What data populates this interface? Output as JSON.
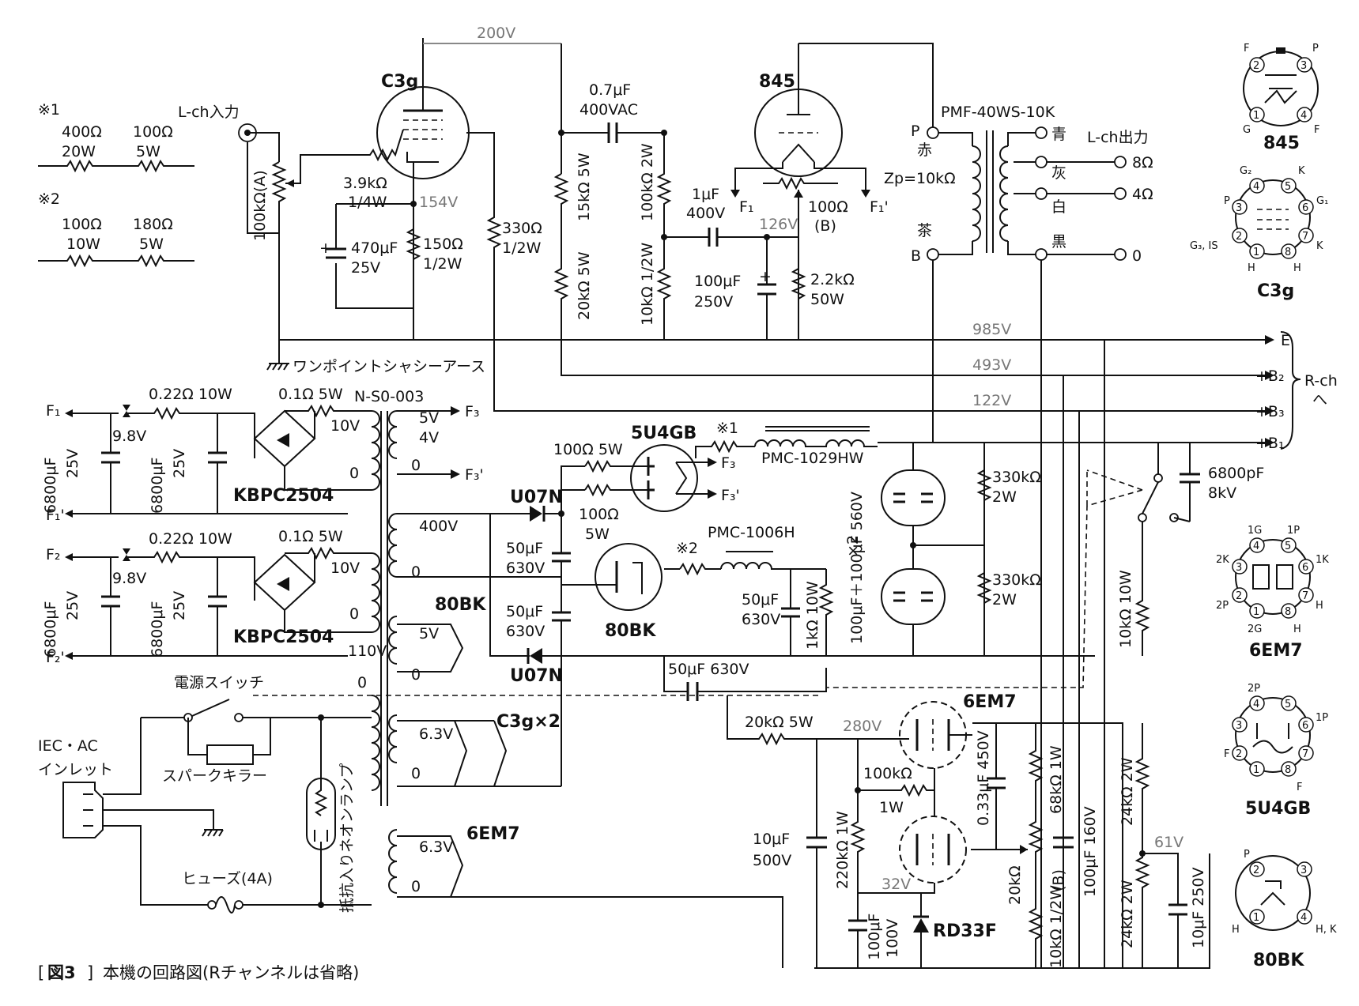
{
  "notes": {
    "n1": {
      "mark": "※1",
      "r1": "400Ω",
      "r1b": "20W",
      "r2": "100Ω",
      "r2b": "5W"
    },
    "n2": {
      "mark": "※2",
      "r1": "100Ω",
      "r1b": "10W",
      "r2": "180Ω",
      "r2b": "5W"
    }
  },
  "input": {
    "label": "L-ch入力",
    "vol": "100kΩ(A)"
  },
  "c3g": {
    "name": "C3g",
    "rgrid": "3.9kΩ",
    "rgrid_w": "1/4W",
    "v_k": "154V",
    "ck": "470μF",
    "ck_v": "25V",
    "rk": "150Ω",
    "rk_w": "1/2W",
    "rs": "330Ω",
    "rs_w": "1/2W"
  },
  "v200": "200V",
  "coupling": {
    "c": "0.7μF",
    "v": "400VAC"
  },
  "r15k": "15kΩ 5W",
  "r20k": "20kΩ 5W",
  "r100k": "100kΩ 2W",
  "r10k": "10kΩ 1/2W",
  "t845": {
    "name": "845",
    "c1": "1μF",
    "c1v": "400V",
    "f1": "F₁",
    "f1p": "F₁'",
    "hum": "100Ω",
    "hum_b": "(B)",
    "v126": "126V",
    "ck": "100μF",
    "ck_v": "250V",
    "rk": "2.2kΩ",
    "rk_w": "50W"
  },
  "opt": {
    "model": "PMF-40WS-10K",
    "p": "P",
    "red": "赤",
    "zp": "Zp=10kΩ",
    "brown": "茶",
    "b": "B",
    "blue": "青",
    "gray": "灰",
    "white": "白",
    "black": "黒",
    "out": "L-ch出力",
    "o8": "8Ω",
    "o4": "4Ω",
    "o0": "0"
  },
  "rails": {
    "v985": "985V",
    "v493": "493V",
    "v122": "122V",
    "e": "E",
    "b2": "+B₂",
    "b3": "+B₃",
    "b1": "+B₁",
    "rch": "R-ch",
    "he": "へ"
  },
  "ground": "ワンポイントシャシーアース",
  "heater": {
    "f1": "F₁",
    "f1p": "F₁'",
    "f2": "F₂",
    "f2p": "F₂'",
    "r022": "0.22Ω 10W",
    "r01": "0.1Ω 5W",
    "v98": "9.8V",
    "cap": "6800μF",
    "cap_v": "25V",
    "bridge": "KBPC2504",
    "xfmr": "N-S0-003",
    "v10": "10V",
    "v0": "0",
    "v5": "5V",
    "v4": "4V",
    "f3": "F₃",
    "f3p": "F₃'",
    "v400": "400V",
    "v110": "110V",
    "v63": "6.3V"
  },
  "rect": {
    "tube": "5U4GB",
    "diode": "U07N",
    "r100_5w": "100Ω 5W",
    "r100": "100Ω",
    "r100w": "5W",
    "f3": "F₃",
    "f3p": "F₃'",
    "c50": "50μF",
    "c50v": "630V",
    "choke1": "PMC-1029HW",
    "choke2": "PMC-1006H",
    "n1": "※1",
    "n2": "※2",
    "c50b": "50μF",
    "c50bv": "630V",
    "r1k": "1kΩ 10W",
    "c50_630": "50μF 630V"
  },
  "filter": {
    "cap": "100μF＋100μF 560V",
    "x2": "×2",
    "r330a": "330kΩ",
    "r330aw": "2W",
    "r330b": "330kΩ",
    "r330bw": "2W",
    "c68": "6800pF",
    "c68v": "8kV",
    "r10k": "10kΩ 10W"
  },
  "tube_labels": {
    "bk80": "80BK",
    "c3gx2": "C3g×2",
    "em7": "6EM7"
  },
  "mains": {
    "switch": "電源スイッチ",
    "inlet1": "IEC・AC",
    "inlet2": "インレット",
    "spark": "スパークキラー",
    "fuse": "ヒューズ(4A)",
    "neon": "抵抗入りネオンランプ"
  },
  "reg": {
    "r20k": "20kΩ 5W",
    "v280": "280V",
    "tube": "6EM7",
    "r100k": "100kΩ",
    "r100kw": "1W",
    "c10": "10μF",
    "c10v": "500V",
    "r220": "220kΩ 1W",
    "v32": "32V",
    "c100": "100μF",
    "c100v": "100V",
    "zener": "RD33F",
    "c033": "0.33μF 450V",
    "r68": "68kΩ 1W",
    "r20": "20kΩ",
    "rb": "(B)",
    "r10": "10kΩ 1/2W",
    "c100b": "100μF 160V",
    "r24a": "24kΩ 2W",
    "r24b": "24kΩ 2W",
    "v61": "61V",
    "c10b": "10μF 250V"
  },
  "pinouts": [
    {
      "name": "845",
      "labels": [
        "F",
        "P",
        "G",
        "F"
      ],
      "nums": [
        "2",
        "3",
        "1",
        "4"
      ]
    },
    {
      "name": "C3g",
      "labels": [
        "G₂",
        "K",
        "P",
        "G₁",
        "G₃, IS",
        "K",
        "H",
        "H"
      ],
      "nums": [
        "4",
        "5",
        "3",
        "6",
        "2",
        "7",
        "1",
        "8"
      ]
    },
    {
      "name": "6EM7",
      "labels": [
        "1G",
        "1P",
        "2K",
        "1K",
        "2P",
        "H",
        "2G",
        "H"
      ],
      "nums": [
        "4",
        "5",
        "3",
        "6",
        "2",
        "7",
        "1",
        "8"
      ]
    },
    {
      "name": "5U4GB",
      "labels": [
        "2P",
        "1P",
        "F",
        "F"
      ],
      "nums": [
        "4",
        "6",
        "3",
        "5",
        "2",
        "7",
        "1",
        "8"
      ]
    },
    {
      "name": "80BK",
      "labels": [
        "P",
        "H",
        "H, K"
      ],
      "nums": [
        "2",
        "3",
        "1",
        "4"
      ]
    }
  ],
  "caption": {
    "fig": "図3",
    "text": "本機の回路図(Rチャンネルは省略)"
  }
}
